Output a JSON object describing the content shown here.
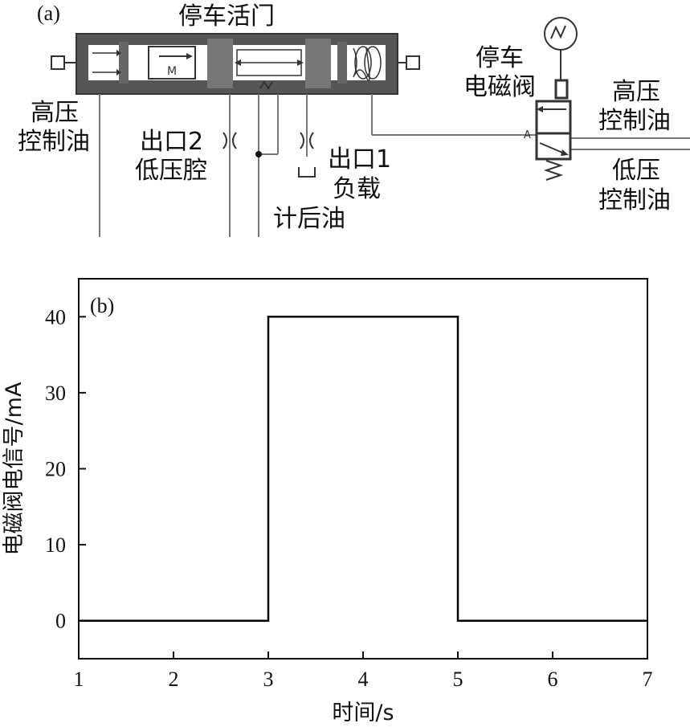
{
  "diagram": {
    "panel_tag": "(a)",
    "labels": {
      "parking_valve": "停车活门",
      "solenoid_line1": "停车",
      "solenoid_line2": "电磁阀",
      "hp_left_line1": "高压",
      "hp_left_line2": "控制油",
      "hp_right_line1": "高压",
      "hp_right_line2": "控制油",
      "lp_right_line1": "低压",
      "lp_right_line2": "控制油",
      "outlet2_line1": "出口2",
      "outlet2_line2": "低压腔",
      "outlet1_line1": "出口1",
      "outlet1_line2": "负载",
      "metered_oil": "计后油",
      "motor_letter": "M",
      "port_a": "A"
    }
  },
  "chart_data": {
    "type": "line",
    "panel_tag": "(b)",
    "xlabel": "时间/s",
    "ylabel": "电磁阀电信号/mA",
    "xlim": [
      1,
      7
    ],
    "ylim": [
      -5,
      45
    ],
    "x_ticks": [
      1,
      2,
      3,
      4,
      5,
      6,
      7
    ],
    "y_ticks": [
      0,
      10,
      20,
      30,
      40
    ],
    "grid": false,
    "series": [
      {
        "x": [
          1,
          3,
          3,
          5,
          5,
          7
        ],
        "y": [
          0,
          0,
          40,
          40,
          0,
          0
        ]
      }
    ],
    "colors": {
      "line": "#000000"
    }
  }
}
